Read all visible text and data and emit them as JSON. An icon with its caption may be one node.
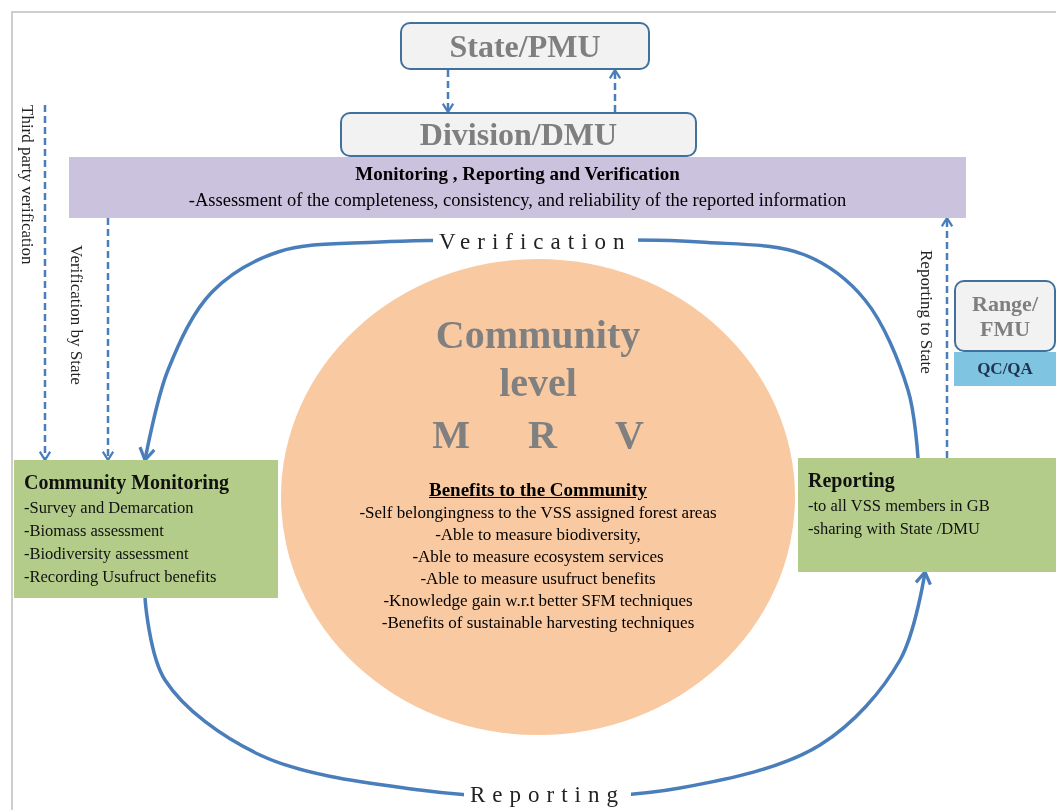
{
  "diagram": {
    "nodes": [
      {
        "text": [
          "State/PMU"
        ]
      },
      {
        "text": [
          "Division/DMU"
        ]
      },
      {
        "text": [
          "Monitoring , Reporting and Verification",
          "-Assessment of the completeness, consistency, and reliability of the reported information"
        ]
      },
      {
        "text": [
          "Community level",
          "M",
          "R",
          "V",
          "Benefits to the Community",
          "-Self belongingness to the VSS assigned forest areas",
          "-Able to measure biodiversity,",
          "-Able to measure ecosystem services",
          "-Able to measure usufruct benefits",
          "-Knowledge gain w.r.t better SFM techniques",
          "-Benefits of sustainable harvesting techniques"
        ]
      },
      {
        "text": [
          "Community Monitoring",
          "-Survey and Demarcation",
          "-Biomass  assessment",
          "-Biodiversity assessment",
          "-Recording Usufruct benefits"
        ]
      },
      {
        "text": [
          "Reporting",
          "-to all VSS members in GB",
          "-sharing with State /DMU"
        ]
      },
      {
        "text": [
          "Range/ FMU"
        ]
      },
      {
        "text": [
          "QC/QA"
        ]
      }
    ],
    "edges": [
      {
        "from": 0,
        "to": 1,
        "arrow": "to",
        "style": "dashed"
      },
      {
        "from": 1,
        "to": 0,
        "arrow": "to",
        "style": "dashed"
      },
      {
        "from": null,
        "to": 4,
        "arrow": "to",
        "style": "dashed",
        "label": "Third party verification"
      },
      {
        "from": 2,
        "to": 4,
        "arrow": "to",
        "style": "dashed",
        "label": "Verification by State"
      },
      {
        "from": 5,
        "to": 2,
        "arrow": "to",
        "style": "dashed",
        "label": "Reporting to State"
      },
      {
        "from": 5,
        "to": 4,
        "arrow": "to",
        "label": "Verification"
      },
      {
        "from": 4,
        "to": 5,
        "arrow": "to",
        "label": "Reporting"
      }
    ]
  }
}
